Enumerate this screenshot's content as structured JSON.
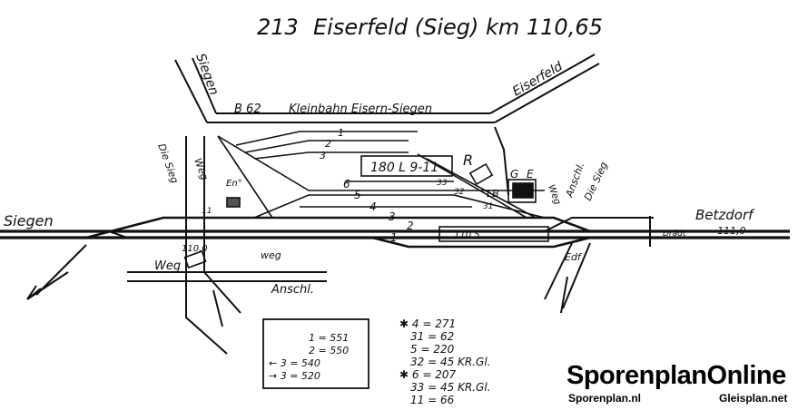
{
  "header": {
    "number": "213",
    "station": "Eiserfeld (Sieg) km 110,65"
  },
  "directions": {
    "siegen_left": "Siegen",
    "siegen_top": "Siegen",
    "eiserfeld": "Eiserfeld",
    "betzdorf": "Betzdorf",
    "betzdorf_km": "111,0"
  },
  "labels": {
    "b62": "B 62",
    "kleinbahn": "Kleinbahn Eisern-Siegen",
    "die_sieg_left": "Die Sieg",
    "die_sieg_right": "Die Sieg",
    "weg_vertical": "Weg",
    "weg_lower_left": "Weg",
    "weg_lower": "weg",
    "weg_right": "Weg",
    "anschl_bottom": "Anschl.",
    "anschl_right": "Anschl.",
    "box_180": "180 L 9-11",
    "r": "R",
    "g": "G",
    "e": "E",
    "lb": "LB",
    "en": "En°",
    "edf": "Edf",
    "km_1100": "110,0",
    "km_1105": "110,5",
    "dradt": "Drädt"
  },
  "track_numbers": {
    "t1_top": "1",
    "t2_top": "2",
    "t3_top": "3",
    "t6": "6",
    "t5": "5",
    "t4": "4",
    "t3_main": "3",
    "t2_main": "2",
    "t1_main": "1",
    "t33": "33",
    "t32": "32",
    "t31": "31",
    "t11": "11"
  },
  "legend_lengths": [
    "1 = 551",
    "2 = 550",
    "← 3 = 540",
    "→ 3 = 520"
  ],
  "legend_other": [
    "✱ 4 = 271",
    "31 = 62",
    "5 = 220",
    "32 = 45 KR.Gl.",
    "✱ 6 = 207",
    "33 = 45 KR.Gl.",
    "11 = 66"
  ],
  "watermark": {
    "title": "SporenplanOnline",
    "left": "Sporenplan.nl",
    "right": "Gleisplan.net"
  }
}
